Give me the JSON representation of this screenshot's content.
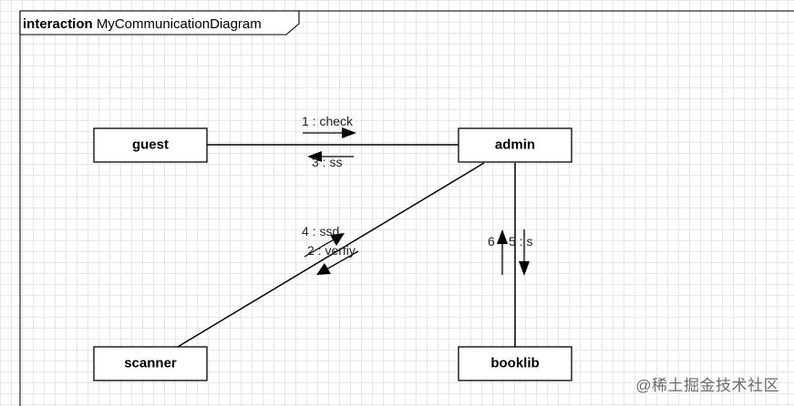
{
  "frame": {
    "keyword": "interaction",
    "name": "MyCommunicationDiagram"
  },
  "lifelines": {
    "guest": "guest",
    "admin": "admin",
    "scanner": "scanner",
    "booklib": "booklib"
  },
  "messages": {
    "m1": "1 : check",
    "m3": "3 : ss",
    "m4": "4 : ssd",
    "m2": "2 : verfiy",
    "m6": "6",
    "m5": "5 : s"
  },
  "watermark": "@稀土掘金技术社区"
}
